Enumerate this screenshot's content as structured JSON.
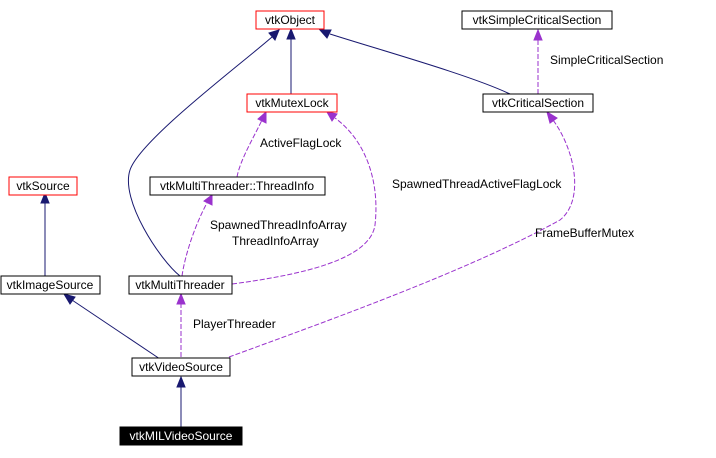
{
  "nodes": {
    "vtkObject": "vtkObject",
    "vtkSimpleCriticalSection": "vtkSimpleCriticalSection",
    "vtkMutexLock": "vtkMutexLock",
    "vtkCriticalSection": "vtkCriticalSection",
    "vtkSource": "vtkSource",
    "threadInfo": "vtkMultiThreader::ThreadInfo",
    "vtkImageSource": "vtkImageSource",
    "vtkMultiThreader": "vtkMultiThreader",
    "vtkVideoSource": "vtkVideoSource",
    "vtkMILVideoSource": "vtkMILVideoSource"
  },
  "edge_labels": {
    "simpleCriticalSection": "SimpleCriticalSection",
    "activeFlagLock": "ActiveFlagLock",
    "spawnedThreadActiveFlagLock": "SpawnedThreadActiveFlagLock",
    "spawnedThreadInfoArray": "SpawnedThreadInfoArray",
    "threadInfoArray": "ThreadInfoArray",
    "frameBufferMutex": "FrameBufferMutex",
    "playerThreader": "PlayerThreader"
  },
  "colors": {
    "inheritance": "#191970",
    "usage": "#9a32cd",
    "documented_border": "#ff0000",
    "focus_fill": "#000000"
  }
}
